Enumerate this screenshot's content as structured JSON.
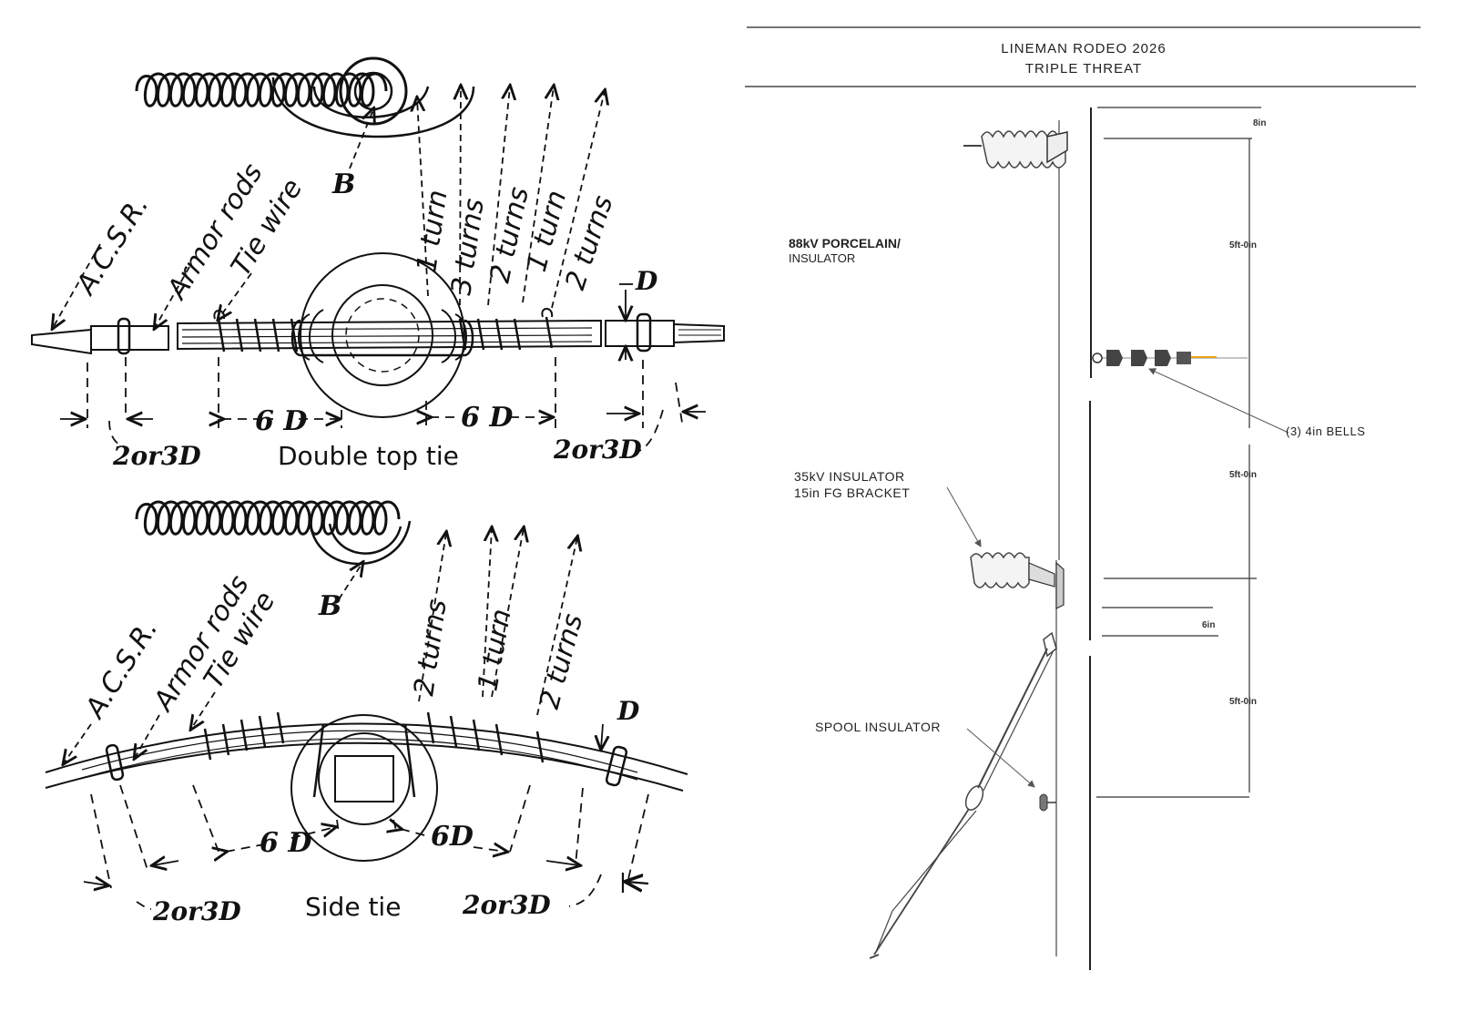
{
  "left_figure": {
    "top": {
      "acsr": "A.C.S.R.",
      "armor_rods": "Armor rods",
      "tie_wire": "Tie wire",
      "b": "B",
      "turns": [
        "1 turn",
        "3 turns",
        "2 turns",
        "1 turn",
        "2 turns"
      ],
      "d": "D",
      "six_d_left": "6 D",
      "six_d_right": "6 D",
      "two_or_three_left": "2or3D",
      "two_or_three_right": "2or3D",
      "caption": "Double top tie"
    },
    "bottom": {
      "acsr": "A.C.S.R.",
      "armor_rods": "Armor rods",
      "tie_wire": "Tie wire",
      "b": "B",
      "turns": [
        "2 turns",
        "1 turn",
        "2 turns"
      ],
      "d": "D",
      "six_d_left": "6 D",
      "six_d_right": "6D",
      "two_or_three_left": "2or3D",
      "two_or_three_right": "2or3D",
      "caption": "Side tie"
    }
  },
  "right_figure": {
    "title_line1": "LINEMAN  RODEO  2026",
    "title_line2": "TRIPLE  THREAT",
    "porcelain_line1": "88kV PORCELAIN/",
    "porcelain_line2": "INSULATOR",
    "bells": "(3)  4in  BELLS",
    "insulator35_line1": "35kV  INSULATOR",
    "insulator35_line2": "15in  FG  BRACKET",
    "spool": "SPOOL  INSULATOR",
    "dims": {
      "d8": "8in",
      "d5a": "5ft-0in",
      "d5b": "5ft-0in",
      "d6": "6in",
      "d5c": "5ft-0in"
    }
  },
  "colors": {
    "ink": "#111111",
    "accent_yellow": "#e8a317",
    "background": "#ffffff"
  }
}
